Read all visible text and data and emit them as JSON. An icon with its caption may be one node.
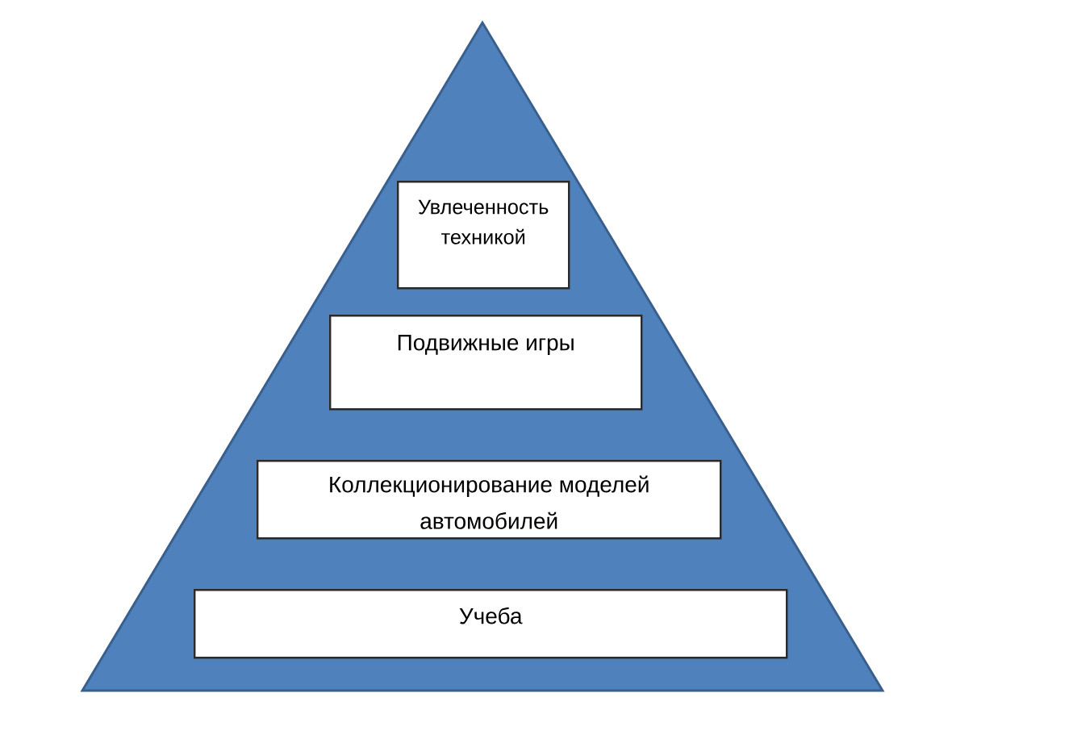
{
  "diagram": {
    "nodes": [
      {
        "text": [],
        "shape": "triangle"
      },
      {
        "text": [
          "Увлеченность техникой"
        ],
        "in": 0
      },
      {
        "text": [
          "Подвижные игры"
        ],
        "in": 0
      },
      {
        "text": [
          "Коллекционирование моделей автомобилей"
        ],
        "in": 0
      },
      {
        "text": [
          "Учеба"
        ],
        "in": 0
      }
    ]
  }
}
